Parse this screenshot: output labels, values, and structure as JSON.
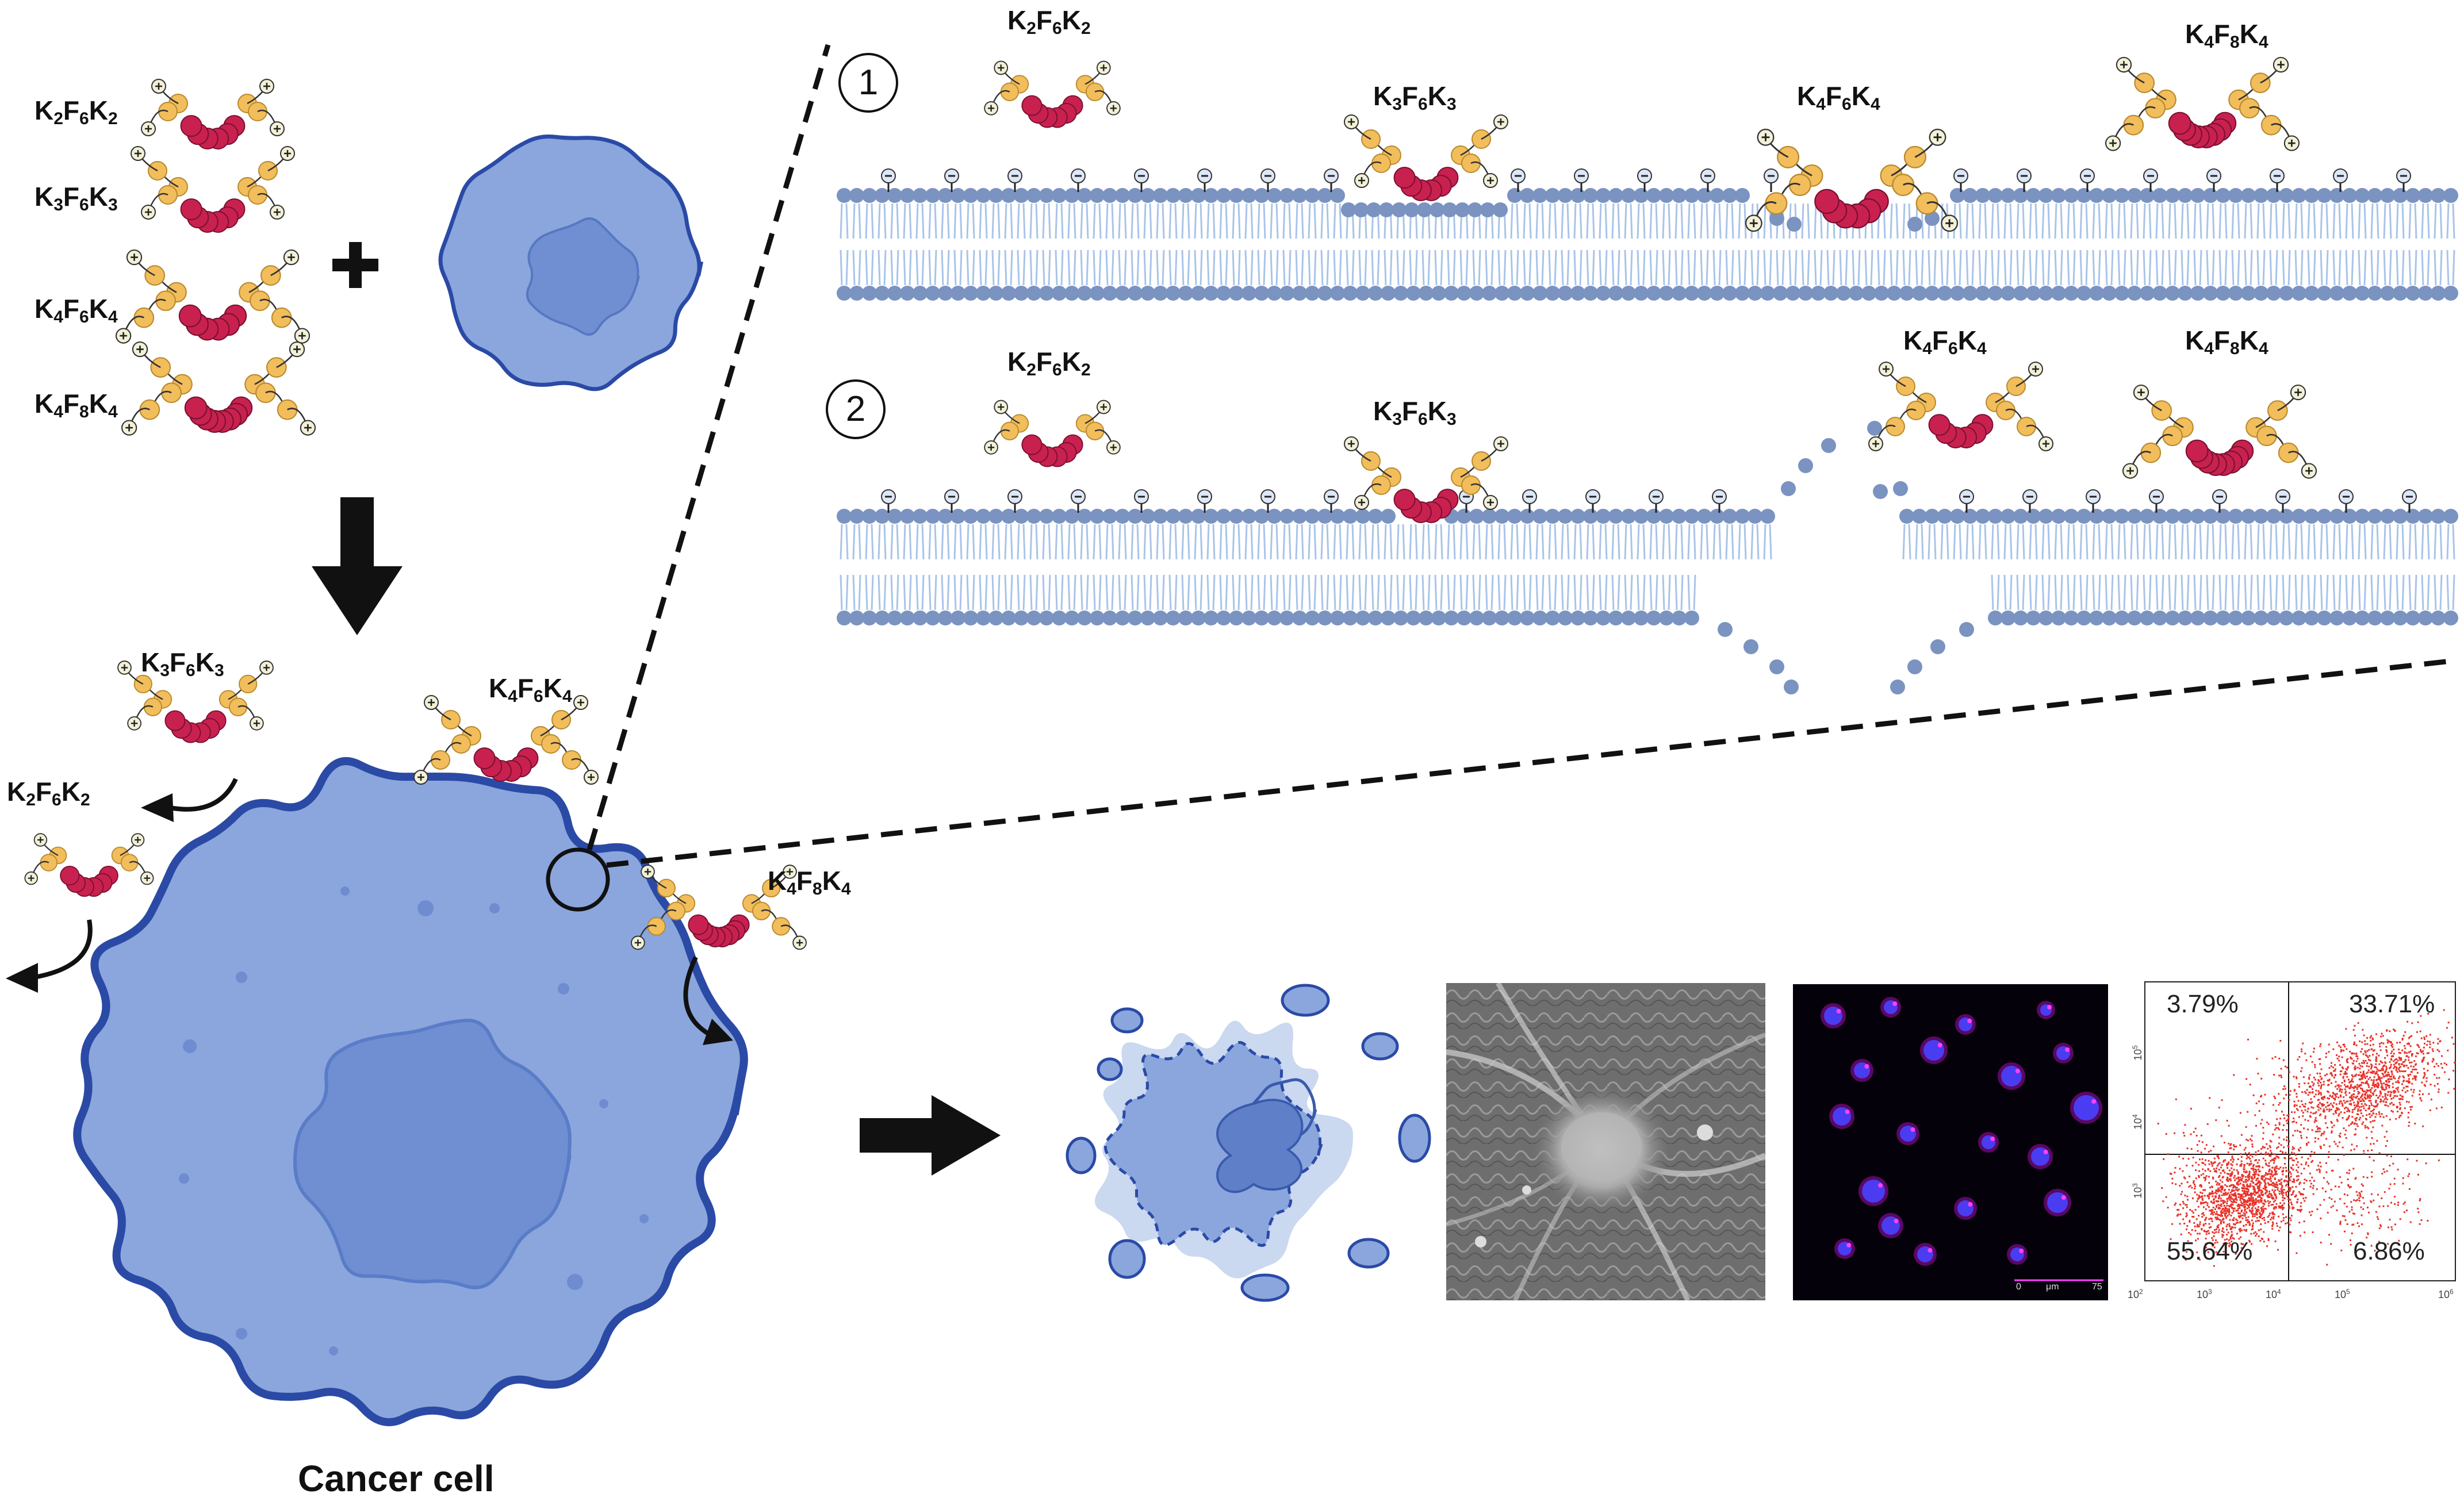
{
  "peptides": {
    "k2f6k2": {
      "K1": "K",
      "n1": "2",
      "F": "F",
      "n2": "6",
      "K2": "K",
      "n3": "2"
    },
    "k3f6k3": {
      "K1": "K",
      "n1": "3",
      "F": "F",
      "n2": "6",
      "K2": "K",
      "n3": "3"
    },
    "k4f6k4": {
      "K1": "K",
      "n1": "4",
      "F": "F",
      "n2": "6",
      "K2": "K",
      "n3": "4"
    },
    "k4f8k4": {
      "K1": "K",
      "n1": "4",
      "F": "F",
      "n2": "8",
      "K2": "K",
      "n3": "4"
    }
  },
  "steps": {
    "one": "1",
    "two": "2"
  },
  "cell_caption": "Cancer cell",
  "flow": {
    "q_upper_left": "3.79%",
    "q_upper_right": "33.71%",
    "q_lower_left": "55.64%",
    "q_lower_right": "6.86%",
    "x_ticks": [
      "10",
      "10",
      "10",
      "10",
      "10"
    ],
    "x_exp": [
      "2",
      "3",
      "4",
      "5",
      "6"
    ],
    "y_ticks": [
      "10",
      "10",
      "10"
    ],
    "y_exp": [
      "5",
      "4",
      "3"
    ]
  },
  "microscopy": {
    "scale_zero": "0",
    "scale_unit": "μm",
    "scale_value": "75"
  },
  "colors": {
    "cell_fill": "#8aa6dd",
    "cell_edge": "#2b4aa6",
    "nucleus": "#6f8fd2",
    "lipid_head": "#7b93c0",
    "lipid_tail": "#a9c4e8",
    "hydrophobic": "#c8214f",
    "cationic": "#f2bd5b",
    "flow_dots": "#e8332a"
  },
  "icons": {
    "plus": "plus-icon",
    "arrow_down": "arrow-down-icon",
    "arrow_right": "arrow-right-icon"
  }
}
